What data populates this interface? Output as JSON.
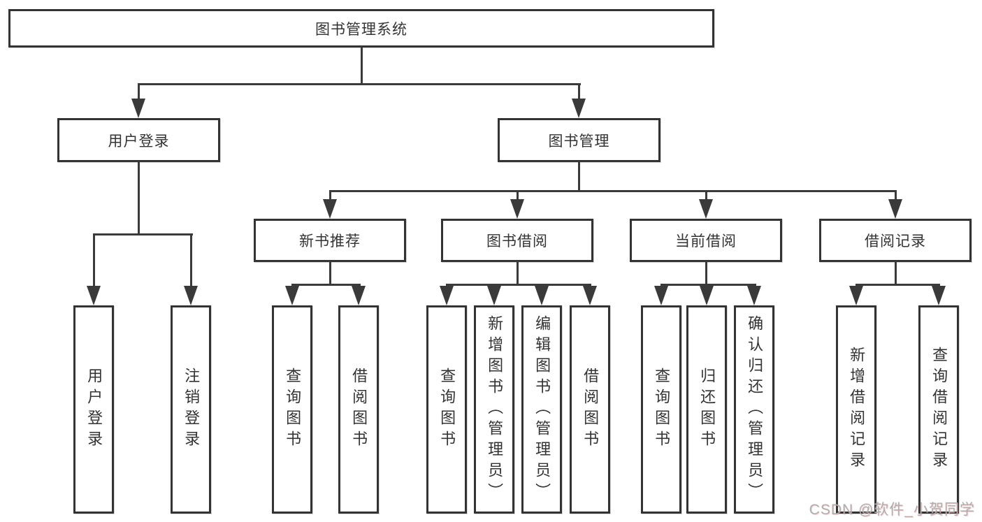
{
  "colors": {
    "line": "#3a3a3a",
    "box_border": "#333333",
    "box_fill": "#ffffff",
    "text": "#333333",
    "watermark": "#aeaeae"
  },
  "tree": {
    "label": "图书管理系统",
    "children": [
      {
        "label": "用户登录",
        "children": [
          {
            "label": "用户登录"
          },
          {
            "label": "注销登录"
          }
        ]
      },
      {
        "label": "图书管理",
        "children": [
          {
            "label": "新书推荐",
            "children": [
              {
                "label": "查询图书"
              },
              {
                "label": "借阅图书"
              }
            ]
          },
          {
            "label": "图书借阅",
            "children": [
              {
                "label": "查询图书"
              },
              {
                "label": "新增图书（管理员）"
              },
              {
                "label": "编辑图书（管理员）"
              },
              {
                "label": "借阅图书"
              }
            ]
          },
          {
            "label": "当前借阅",
            "children": [
              {
                "label": "查询图书"
              },
              {
                "label": "归还图书"
              },
              {
                "label": "确认归还（管理员）"
              }
            ]
          },
          {
            "label": "借阅记录",
            "children": [
              {
                "label": "新增借阅记录"
              },
              {
                "label": "查询借阅记录"
              }
            ]
          }
        ]
      }
    ]
  },
  "watermark": {
    "text": "CSDN @软件_小贺同学"
  }
}
